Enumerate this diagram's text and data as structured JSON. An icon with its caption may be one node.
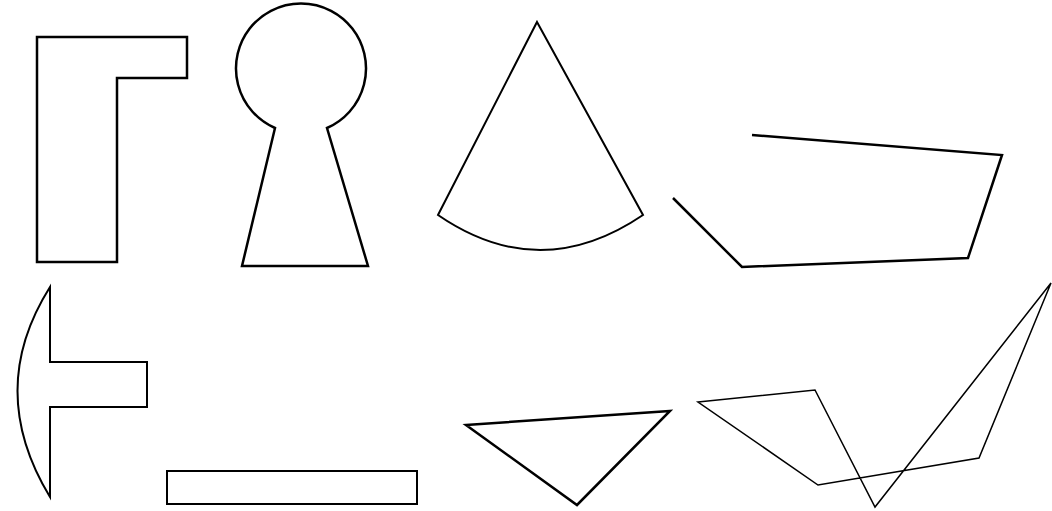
{
  "diagram": {
    "nodes": [
      {
        "text": [],
        "shape": "polygon"
      },
      {
        "text": [],
        "shape": "keyhole"
      },
      {
        "text": [],
        "shape": "sector"
      },
      {
        "text": [],
        "shape": "polygon"
      },
      {
        "text": [],
        "shape": "polygon"
      },
      {
        "text": [],
        "shape": "bar"
      },
      {
        "text": [],
        "shape": "triangle"
      },
      {
        "text": [],
        "shape": "polygon"
      }
    ]
  }
}
